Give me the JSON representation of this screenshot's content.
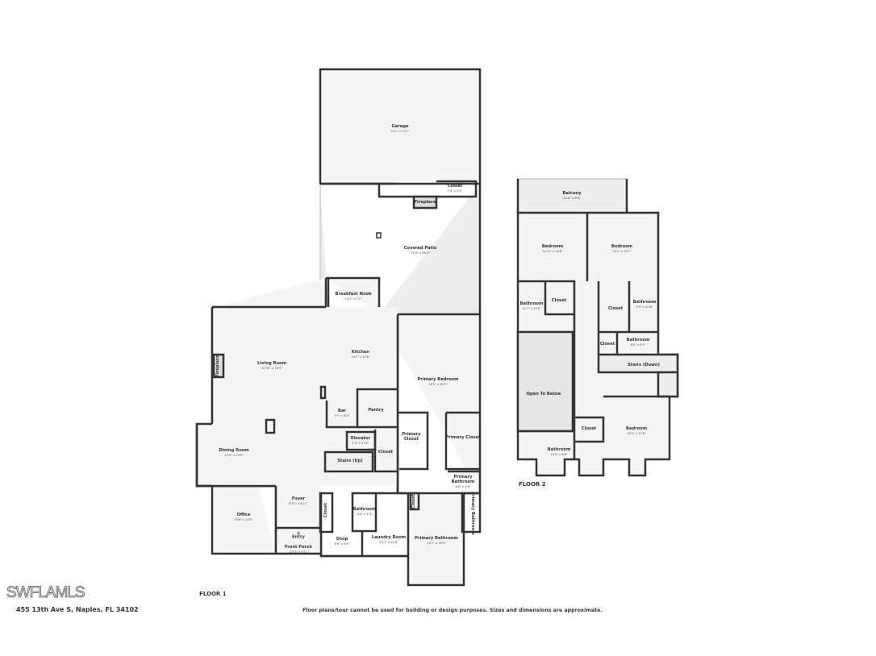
{
  "floor1": {
    "label": "FLOOR 1",
    "rooms": {
      "garage": {
        "name": "Garage",
        "dims": "33'1\" x 23'7\""
      },
      "closet_patio": {
        "name": "Closet",
        "dims": "7'4\" x 3'1\""
      },
      "fireplace_patio": {
        "name": "Fireplace"
      },
      "covered_patio": {
        "name": "Covered Patio",
        "dims": "32'4\" x 26'5\""
      },
      "breakfast_nook": {
        "name": "Breakfast Nook",
        "dims": "10'2\" x 7'7\""
      },
      "living_room": {
        "name": "Living Room",
        "dims": "22'10\" x 24'3\""
      },
      "fireplace_living": {
        "name": "Fireplace"
      },
      "kitchen": {
        "name": "Kitchen",
        "dims": "14'7\" x 17'6\""
      },
      "primary_bedroom": {
        "name": "Primary Bedroom",
        "dims": "16'5\" x 20'2\""
      },
      "bar": {
        "name": "Bar",
        "dims": "5'7\" x 6'0\""
      },
      "pantry": {
        "name": "Pantry"
      },
      "elevator": {
        "name": "Elevator",
        "dims": "5'2\" x 2'10\""
      },
      "stairs_up": {
        "name": "Stairs (Up)"
      },
      "closet_stairs": {
        "name": "Closet"
      },
      "primary_closet_1": {
        "name": "Primary Closet"
      },
      "primary_closet_2": {
        "name": "Primary Closet"
      },
      "dining_room": {
        "name": "Dining Room",
        "dims": "10'9\" x 13'0\""
      },
      "primary_bathroom_small": {
        "name": "Primary Bathroom",
        "dims": "6'6\" x 4'4\""
      },
      "primary_bathroom_side": {
        "name": "Primary Bathroom"
      },
      "office": {
        "name": "Office",
        "dims": "13'6\" x 13'5\""
      },
      "foyer": {
        "name": "Foyer",
        "dims": "8'11\" x 8'11\""
      },
      "closet_foyer": {
        "name": "Closet"
      },
      "bathroom": {
        "name": "Bathroom",
        "dims": "4'4\" x 7'3\""
      },
      "closet_primary_bath": {
        "name": "Closet"
      },
      "entry": {
        "name": "Entry"
      },
      "front_porch": {
        "name": "Front Porch",
        "dims": "8'11\" x 5'1\""
      },
      "shop": {
        "name": "Shop",
        "dims": "8'6\" x 6'5\""
      },
      "laundry_room": {
        "name": "Laundry Room",
        "dims": "9'11\" x 12'6\""
      },
      "primary_bathroom": {
        "name": "Primary Bathroom",
        "dims": "10'7\" x 18'5\""
      }
    }
  },
  "floor2": {
    "label": "FLOOR 2",
    "rooms": {
      "balcony": {
        "name": "Balcony",
        "dims": "22'0\" x 6'6\""
      },
      "bedroom_1": {
        "name": "Bedroom",
        "dims": "13'11\" x 16'6\""
      },
      "bedroom_2": {
        "name": "Bedroom",
        "dims": "14'1\" x 16'7\""
      },
      "bathroom_1": {
        "name": "Bathroom",
        "dims": "11'7\" x 10'0\""
      },
      "closet_1": {
        "name": "Closet"
      },
      "closet_2": {
        "name": "Closet"
      },
      "bathroom_2": {
        "name": "Bathroom",
        "dims": "5'9\" x 10'6\""
      },
      "closet_3": {
        "name": "Closet"
      },
      "bathroom_3": {
        "name": "Bathroom",
        "dims": "8'2\" x 4'0\""
      },
      "stairs_down": {
        "name": "Stairs (Down)"
      },
      "open_to_below": {
        "name": "Open To Below"
      },
      "closet_4": {
        "name": "Closet"
      },
      "bedroom_3": {
        "name": "Bedroom",
        "dims": "16'1\" x 15'8\""
      },
      "bathroom_4": {
        "name": "Bathroom",
        "dims": "12'5\" x 8'8\""
      }
    }
  },
  "footer": {
    "address": "455 13th Ave S, Naples, FL 34102",
    "disclaimer": "Floor plans/tour cannot be used for building or design purposes. Sizes and dimensions are approximate.",
    "logo": "SWFLAMLS"
  },
  "colors": {
    "wall": "#333333",
    "floor": "#f4f4f4",
    "hatched": "#e6e6e6",
    "window": "#cfcfcf"
  }
}
